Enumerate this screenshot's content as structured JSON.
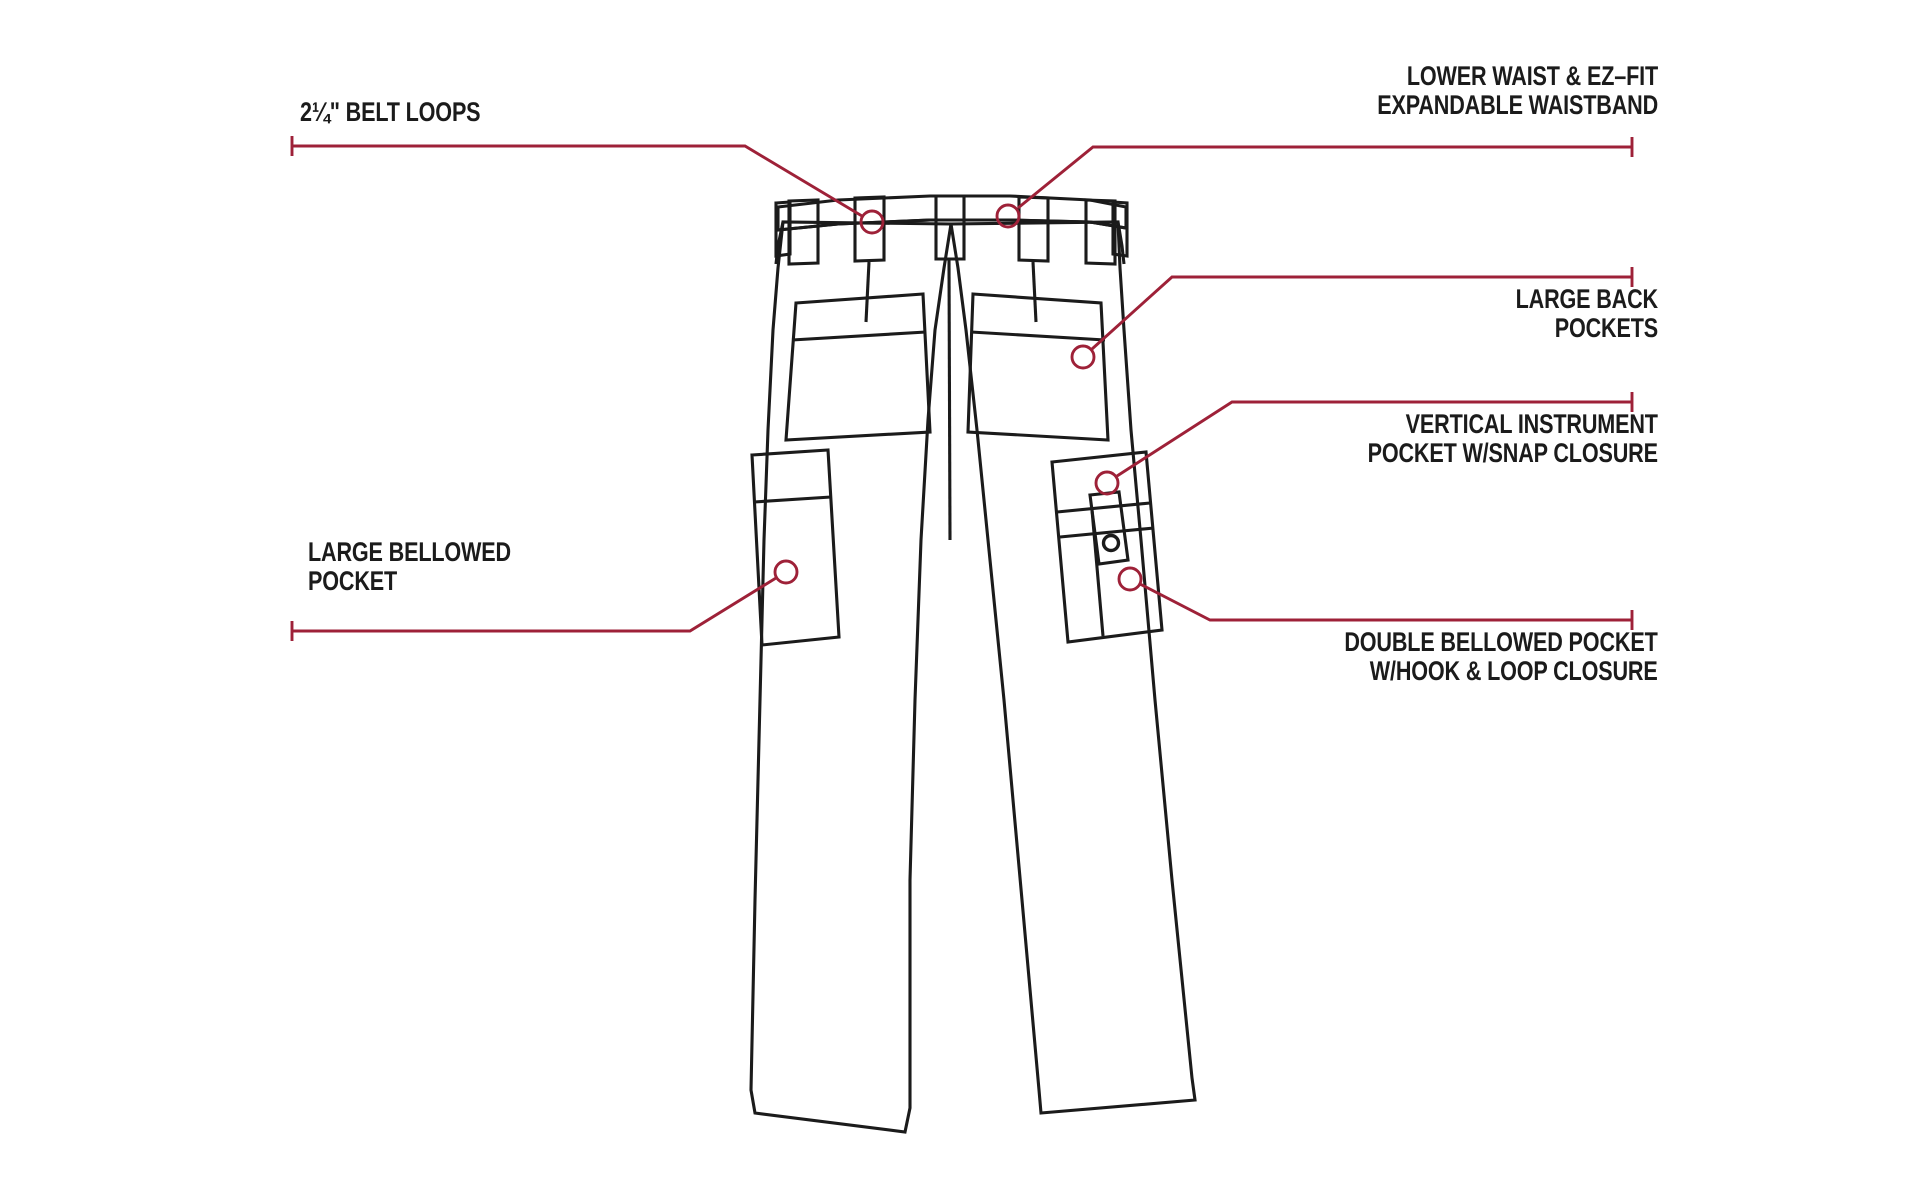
{
  "document": {
    "kind": "apparel-technical-flat",
    "garment": "cargo work pants, back view",
    "background_color": "#ffffff",
    "line_color": "#1b1b1b",
    "accent_color": "#9e2138"
  },
  "callouts": [
    {
      "id": "belt-loops",
      "label": "2¼\" BELT LOOPS",
      "align": "left",
      "side": "left"
    },
    {
      "id": "waistband",
      "label": "LOWER WAIST & EZ–FIT\nEXPANDABLE WAISTBAND",
      "align": "right",
      "side": "right"
    },
    {
      "id": "back-pockets",
      "label": "LARGE BACK\nPOCKETS",
      "align": "right",
      "side": "right"
    },
    {
      "id": "instrument-pocket",
      "label": "VERTICAL INSTRUMENT\nPOCKET W/SNAP CLOSURE",
      "align": "right",
      "side": "right"
    },
    {
      "id": "large-bellowed-pocket",
      "label": "LARGE BELLOWED\nPOCKET",
      "align": "left",
      "side": "left"
    },
    {
      "id": "double-bellowed-pocket",
      "label": "DOUBLE BELLOWED POCKET\nW/HOOK & LOOP CLOSURE",
      "align": "right",
      "side": "right"
    }
  ],
  "garment_parts": [
    {
      "id": "waistband",
      "name": "expandable waistband"
    },
    {
      "id": "belt-loops",
      "name": "belt loops",
      "count": 5
    },
    {
      "id": "back-pocket-left",
      "name": "large back pocket (left)"
    },
    {
      "id": "back-pocket-right",
      "name": "large back pocket (right)"
    },
    {
      "id": "bellowed-pocket-left",
      "name": "large bellowed cargo pocket"
    },
    {
      "id": "bellowed-pocket-right",
      "name": "double bellowed cargo pocket"
    },
    {
      "id": "instrument-pocket",
      "name": "vertical instrument pocket with snap"
    },
    {
      "id": "leg-left",
      "name": "left leg"
    },
    {
      "id": "leg-right",
      "name": "right leg"
    }
  ]
}
